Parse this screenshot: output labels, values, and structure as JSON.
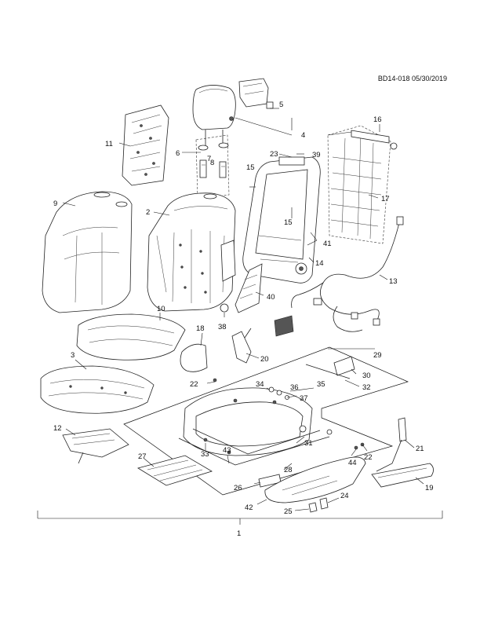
{
  "doc_code": "BD14-018 05/30/2019",
  "assembly_label": "1",
  "callouts": [
    {
      "id": "c1",
      "text": "1"
    },
    {
      "id": "c2",
      "text": "2"
    },
    {
      "id": "c3",
      "text": "3"
    },
    {
      "id": "c4",
      "text": "4"
    },
    {
      "id": "c5",
      "text": "5"
    },
    {
      "id": "c6",
      "text": "6"
    },
    {
      "id": "c7",
      "text": "7"
    },
    {
      "id": "c8",
      "text": "8"
    },
    {
      "id": "c9",
      "text": "9"
    },
    {
      "id": "c10",
      "text": "10"
    },
    {
      "id": "c11",
      "text": "11"
    },
    {
      "id": "c12",
      "text": "12"
    },
    {
      "id": "c13",
      "text": "13"
    },
    {
      "id": "c14",
      "text": "14"
    },
    {
      "id": "c15a",
      "text": "15"
    },
    {
      "id": "c15b",
      "text": "15"
    },
    {
      "id": "c16",
      "text": "16"
    },
    {
      "id": "c17",
      "text": "17"
    },
    {
      "id": "c18",
      "text": "18"
    },
    {
      "id": "c19",
      "text": "19"
    },
    {
      "id": "c20",
      "text": "20"
    },
    {
      "id": "c21",
      "text": "21"
    },
    {
      "id": "c22a",
      "text": "22"
    },
    {
      "id": "c22b",
      "text": "22"
    },
    {
      "id": "c23",
      "text": "23"
    },
    {
      "id": "c24",
      "text": "24"
    },
    {
      "id": "c25",
      "text": "25"
    },
    {
      "id": "c26",
      "text": "26"
    },
    {
      "id": "c27",
      "text": "27"
    },
    {
      "id": "c28",
      "text": "28"
    },
    {
      "id": "c29",
      "text": "29"
    },
    {
      "id": "c30",
      "text": "30"
    },
    {
      "id": "c31",
      "text": "31"
    },
    {
      "id": "c32",
      "text": "32"
    },
    {
      "id": "c33",
      "text": "33"
    },
    {
      "id": "c34",
      "text": "34"
    },
    {
      "id": "c35",
      "text": "35"
    },
    {
      "id": "c36",
      "text": "36"
    },
    {
      "id": "c37",
      "text": "37"
    },
    {
      "id": "c38",
      "text": "38"
    },
    {
      "id": "c39",
      "text": "39"
    },
    {
      "id": "c40",
      "text": "40"
    },
    {
      "id": "c41",
      "text": "41"
    },
    {
      "id": "c42",
      "text": "42"
    },
    {
      "id": "c43",
      "text": "43"
    },
    {
      "id": "c44",
      "text": "44"
    }
  ]
}
